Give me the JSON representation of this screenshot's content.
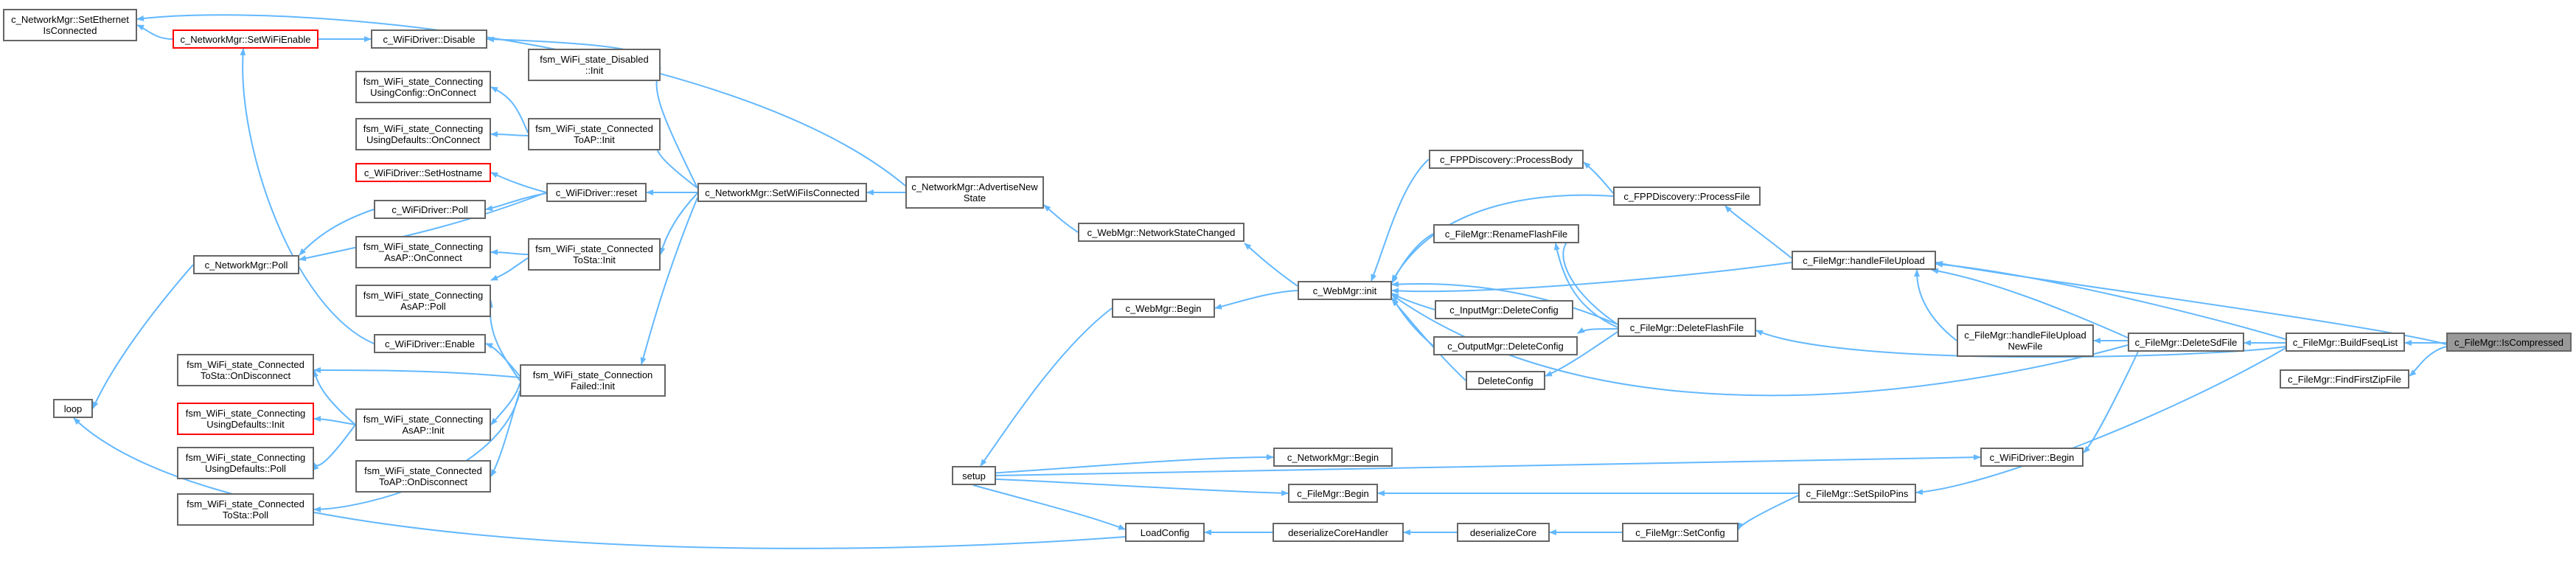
{
  "colors": {
    "edge": "#63b8ff",
    "node_border": "#666666",
    "highlight_border": "#ff0000",
    "current_fill": "#999999"
  },
  "nodes": {
    "set_ethernet": "c_NetworkMgr::SetEthernet\nIsConnected",
    "set_wifi_enable": "c_NetworkMgr::SetWiFiEnable",
    "wifidriver_disable": "c_WiFiDriver::Disable",
    "fsm_disabled_init": "fsm_WiFi_state_Disabled\n::Init",
    "fsm_conn_using_config": "fsm_WiFi_state_Connecting\nUsingConfig::OnConnect",
    "fsm_conn_using_defaults_onconnect": "fsm_WiFi_state_Connecting\nUsingDefaults::OnConnect",
    "fsm_connected_toap_init": "fsm_WiFi_state_Connected\nToAP::Init",
    "wifidriver_sethostname": "c_WiFiDriver::SetHostname",
    "wifidriver_reset": "c_WiFiDriver::reset",
    "wifidriver_poll": "c_WiFiDriver::Poll",
    "networkmgr_poll": "c_NetworkMgr::Poll",
    "fsm_conn_asap_onconnect": "fsm_WiFi_state_Connecting\nAsAP::OnConnect",
    "fsm_connected_tosta_init": "fsm_WiFi_state_Connected\nToSta::Init",
    "fsm_conn_asap_poll": "fsm_WiFi_state_Connecting\nAsAP::Poll",
    "wifidriver_enable": "c_WiFiDriver::Enable",
    "fsm_connected_tosta_ondisconnect": "fsm_WiFi_state_Connected\nToSta::OnDisconnect",
    "fsm_conn_using_defaults_init": "fsm_WiFi_state_Connecting\nUsingDefaults::Init",
    "fsm_conn_using_defaults_poll": "fsm_WiFi_state_Connecting\nUsingDefaults::Poll",
    "fsm_connected_toap_ondisconnect": "fsm_WiFi_state_Connected\nToAP::OnDisconnect",
    "fsm_connected_tosta_poll": "fsm_WiFi_state_Connected\nToSta::Poll",
    "fsm_conn_asap_init": "fsm_WiFi_state_Connecting\nAsAP::Init",
    "fsm_connection_failed_init": "fsm_WiFi_state_Connection\nFailed::Init",
    "loop": "loop",
    "setwifi_isconnected": "c_NetworkMgr::SetWiFiIsConnected",
    "advertise_new_state": "c_NetworkMgr::AdvertiseNew\nState",
    "network_state_changed": "c_WebMgr::NetworkStateChanged",
    "webmgr_begin": "c_WebMgr::Begin",
    "webmgr_init": "c_WebMgr::init",
    "setup": "setup",
    "loadconfig": "LoadConfig",
    "deserialize_core_handler": "deserializeCoreHandler",
    "deserialize_core": "deserializeCore",
    "networkmgr_begin": "c_NetworkMgr::Begin",
    "filemgr_begin": "c_FileMgr::Begin",
    "fpp_process_body": "c_FPPDiscovery::ProcessBody",
    "filemgr_rename_flash": "c_FileMgr::RenameFlashFile",
    "inputmgr_delete_config": "c_InputMgr::DeleteConfig",
    "outputmgr_delete_config": "c_OutputMgr::DeleteConfig",
    "delete_config": "DeleteConfig",
    "fpp_process_file": "c_FPPDiscovery::ProcessFile",
    "filemgr_delete_flash": "c_FileMgr::DeleteFlashFile",
    "filemgr_set_config": "c_FileMgr::SetConfig",
    "filemgr_handle_upload": "c_FileMgr::handleFileUpload",
    "filemgr_handle_upload_new": "c_FileMgr::handleFileUpload\nNewFile",
    "wifidriver_begin": "c_WiFiDriver::Begin",
    "filemgr_set_spi_pins": "c_FileMgr::SetSpiIoPins",
    "filemgr_delete_sd": "c_FileMgr::DeleteSdFile",
    "filemgr_build_fseq": "c_FileMgr::BuildFseqList",
    "filemgr_find_first_zip": "c_FileMgr::FindFirstZipFile",
    "filemgr_is_compressed": "c_FileMgr::IsCompressed"
  }
}
